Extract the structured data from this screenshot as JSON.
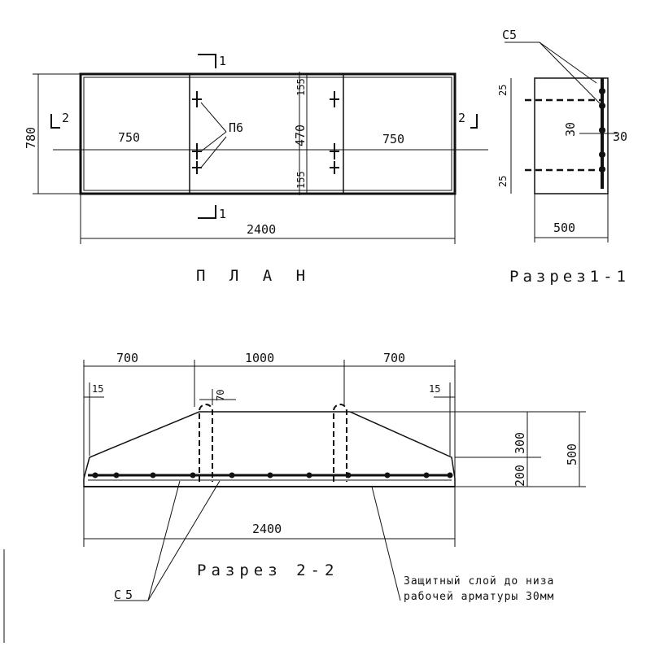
{
  "plan": {
    "title": "П Л А Н",
    "dims": {
      "left_span": "750",
      "right_span": "750",
      "total_length": "2400",
      "height": "780",
      "top_strip": "155",
      "middle_strip": "470",
      "bottom_strip": "155"
    },
    "labels": {
      "loop_mark": "П6",
      "section_1_top": "1",
      "section_1_bottom": "1",
      "section_2_left": "2",
      "section_2_right": "2"
    }
  },
  "section_1_1": {
    "title": "Разрез1-1",
    "dims": {
      "width": "500",
      "top_offset": "25",
      "bottom_offset": "25",
      "cover_a": "30",
      "cover_b": "30"
    },
    "labels": {
      "mesh_mark": "С5"
    }
  },
  "section_2_2": {
    "title": "Разрез 2-2",
    "dims": {
      "left_span": "700",
      "middle_span": "1000",
      "right_span": "700",
      "total_length": "2400",
      "left_edge": "15",
      "right_edge": "15",
      "loop_gap": "70",
      "upper_height": "300",
      "lower_height": "200",
      "total_height": "500"
    },
    "labels": {
      "mesh_mark": "С5"
    },
    "note_line_1": "Защитный слой до низа",
    "note_line_2": "рабочей арматуры 30мм"
  }
}
